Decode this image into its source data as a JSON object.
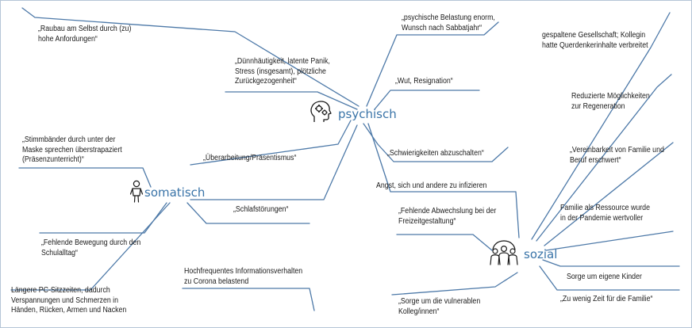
{
  "diagram": {
    "hubs": {
      "psychisch": {
        "label": "psychisch",
        "icon": "head-gears-icon"
      },
      "somatisch": {
        "label": "somatisch",
        "icon": "person-figure-icon"
      },
      "sozial": {
        "label": "sozial",
        "icon": "group-people-icon"
      }
    },
    "nodes": {
      "raubbau": "„Raubau am Selbst durch (zu)\nhohe Anfordungen“",
      "belastung": "„psychische Belastung enorm,\nWunsch nach Sabbatjahr“",
      "gesellschaft": "gespaltene Gesellschaft; Kollegin\nhatte Querdenkerinhalte verbreitet",
      "duennhaeutigkeit": "„Dünnhäutigkeit, latente Panik,\nStress (insgesamt), plötzliche\nZurückgezogenheit“",
      "wut": "„Wut, Resignation“",
      "regeneration": "Reduzierte Möglichkeiten\nzur Regeneration",
      "stimmbaender": "„Stimmbänder durch unter der\nMaske sprechen überstrapaziert\n(Präsenzunterricht)“",
      "ueberarbeitung": "„Überarbeitung/Präsentismus“",
      "abschalten": "„Schwierigkeiten abzuschalten“",
      "vereinbarkeit": "„Vereinbarkeit von Familie und\nBeruf erschwert“",
      "angst": "Angst, sich und andere zu infizieren",
      "schlaf": "„Schlafstörungen“",
      "familie_ressource": "Familie als Ressource wurde\nin der Pandemie wertvoller",
      "abwechslung": "„Fehlende Abwechslung bei der\nFreizeitgestaltung“",
      "bewegung": "„Fehlende Bewegung durch den\nSchulalltag“",
      "kinder": "Sorge um eigene Kinder",
      "informationsverhalten": "Hochfrequentes Informationsverhalten\nzu Corona belastend",
      "pc": "Längere PC-Sitzzeiten, dadurch\nVerspannungen und Schmerzen in\nHänden, Rücken, Armen und Nacken",
      "vulnerable": "„Sorge um die vulnerablen\nKolleg/innen“",
      "zeit_familie": "„Zu wenig Zeit für die Familie“"
    },
    "colors": {
      "line": "#4d79a8",
      "hub_text": "#3a74a8",
      "text": "#1a1a1a",
      "frame": "#b5c5d6"
    }
  }
}
